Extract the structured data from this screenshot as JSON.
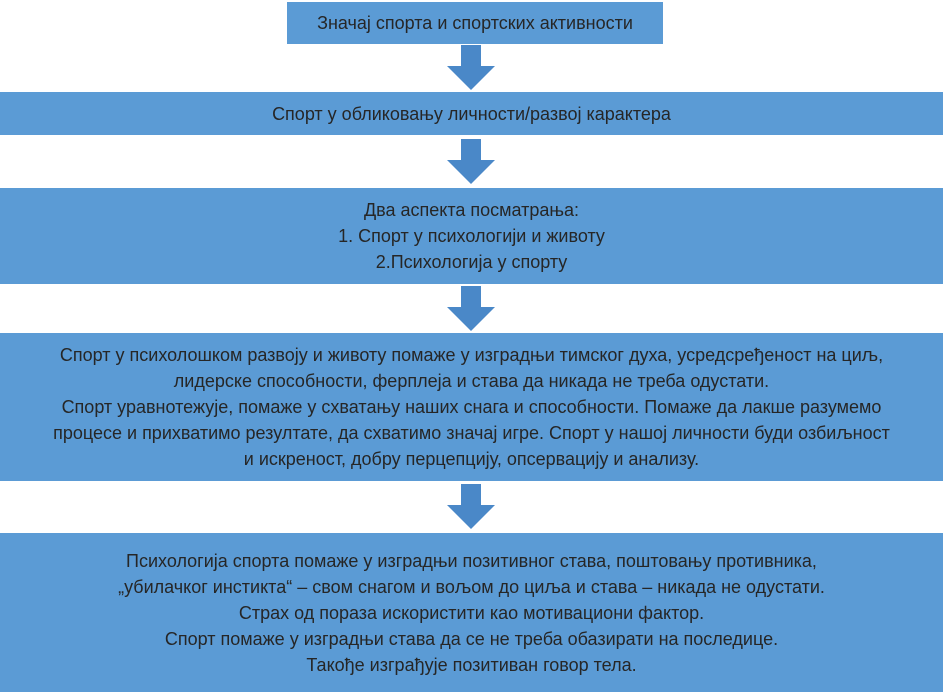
{
  "colors": {
    "background": "#ffffff",
    "box_fill": "#5b9bd5",
    "arrow_fill": "#4a88c8",
    "text": "#262626"
  },
  "icons": {
    "down_arrow": "down-arrow"
  },
  "flow": {
    "boxes": [
      {
        "name": "title",
        "lines": [
          "Значај спорта и спортских активности"
        ]
      },
      {
        "name": "personality",
        "lines": [
          "Спорт у обликовању личности/развој карактера"
        ]
      },
      {
        "name": "aspects",
        "lines": [
          "Два аспекта посматрања:",
          "1. Спорт у психологији и животу",
          "2.Психологија у спорту"
        ]
      },
      {
        "name": "psych-in-life",
        "lines": [
          "Спорт у психолошком развоју и животу помаже у изградњи тимског духа, усредсређеност на циљ,",
          "лидерске способности, ферплеја и става да никада не треба одустати.",
          "Спорт уравнотежује, помаже у схватању наших снага и способности. Помаже да лакше разумемо",
          "процесе и прихватимо резултате,  да схватимо значај игре. Спорт у нашој личности буди озбиљност",
          "и искреност, добру перцепцију, опсервацију и анализу."
        ]
      },
      {
        "name": "psychology-in-sport",
        "lines": [
          "Психологија спорта помаже у изградњи позитивног става, поштовању противника,",
          "„убилачког инстикта“ – свом снагом и вољом до циља и става – никада не одустати.",
          "Страх од пораза искористити као мотивациони фактор.",
          "Спорт помаже у изградњи става да се не треба обазирати на последице.",
          "Такође изграђује позитиван говор тела."
        ]
      }
    ]
  }
}
